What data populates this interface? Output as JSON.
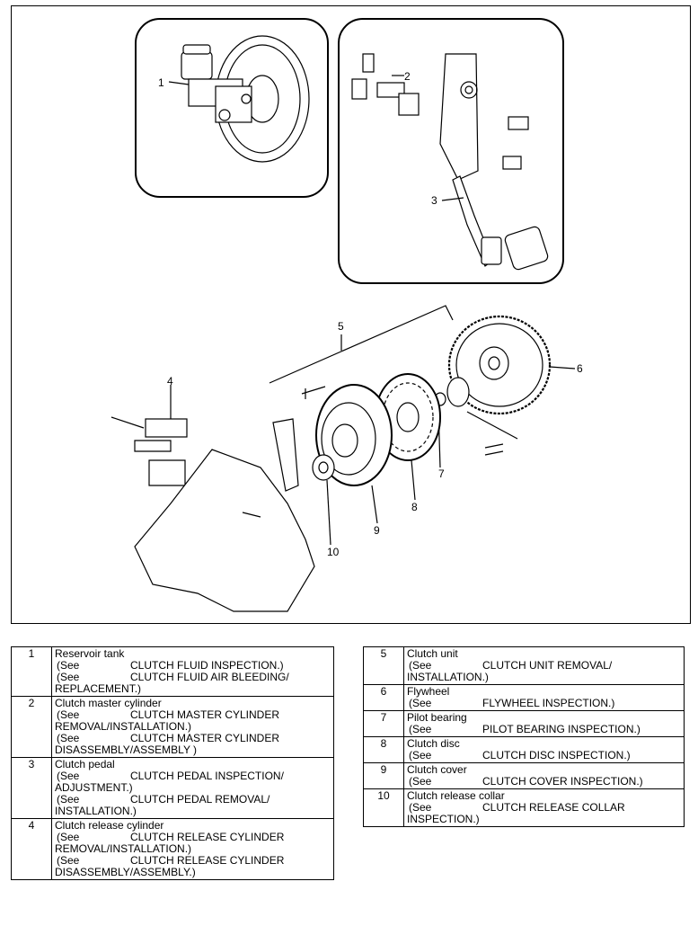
{
  "callouts": {
    "c1": "1",
    "c2": "2",
    "c3": "3",
    "c4": "4",
    "c5": "5",
    "c6": "6",
    "c7": "7",
    "c8": "8",
    "c9": "9",
    "c10": "10"
  },
  "table_left": [
    {
      "num": "1",
      "name": "Reservoir tank",
      "refs": [
        {
          "see": "(See",
          "text": "CLUTCH FLUID INSPECTION.)",
          "cont": ""
        },
        {
          "see": "(See",
          "text": "CLUTCH FLUID AIR BLEEDING/",
          "cont": "REPLACEMENT.)"
        }
      ]
    },
    {
      "num": "2",
      "name": "Clutch master cylinder",
      "refs": [
        {
          "see": "(See",
          "text": "CLUTCH MASTER CYLINDER",
          "cont": "REMOVAL/INSTALLATION.)"
        },
        {
          "see": "(See",
          "text": "CLUTCH MASTER CYLINDER",
          "cont": "DISASSEMBLY/ASSEMBLY )"
        }
      ]
    },
    {
      "num": "3",
      "name": "Clutch pedal",
      "refs": [
        {
          "see": "(See",
          "text": "CLUTCH PEDAL INSPECTION/",
          "cont": "ADJUSTMENT.)"
        },
        {
          "see": "(See",
          "text": "CLUTCH PEDAL REMOVAL/",
          "cont": "INSTALLATION.)"
        }
      ]
    },
    {
      "num": "4",
      "name": "Clutch release cylinder",
      "refs": [
        {
          "see": "(See",
          "text": "CLUTCH RELEASE CYLINDER",
          "cont": "REMOVAL/INSTALLATION.)"
        },
        {
          "see": "(See",
          "text": "CLUTCH RELEASE CYLINDER",
          "cont": "DISASSEMBLY/ASSEMBLY.)"
        }
      ]
    }
  ],
  "table_right": [
    {
      "num": "5",
      "name": "Clutch unit",
      "refs": [
        {
          "see": "(See",
          "text": "CLUTCH UNIT REMOVAL/",
          "cont": "INSTALLATION.)"
        }
      ]
    },
    {
      "num": "6",
      "name": "Flywheel",
      "refs": [
        {
          "see": "(See",
          "text": "FLYWHEEL INSPECTION.)",
          "cont": ""
        }
      ]
    },
    {
      "num": "7",
      "name": "Pilot bearing",
      "refs": [
        {
          "see": "(See",
          "text": "PILOT BEARING INSPECTION.)",
          "cont": ""
        }
      ]
    },
    {
      "num": "8",
      "name": "Clutch disc",
      "refs": [
        {
          "see": "(See",
          "text": "CLUTCH DISC INSPECTION.)",
          "cont": ""
        }
      ]
    },
    {
      "num": "9",
      "name": "Clutch cover",
      "refs": [
        {
          "see": "(See",
          "text": "CLUTCH COVER INSPECTION.)",
          "cont": ""
        }
      ]
    },
    {
      "num": "10",
      "name": "Clutch release collar",
      "refs": [
        {
          "see": "(See",
          "text": "CLUTCH RELEASE COLLAR",
          "cont": "INSPECTION.)"
        }
      ]
    }
  ]
}
